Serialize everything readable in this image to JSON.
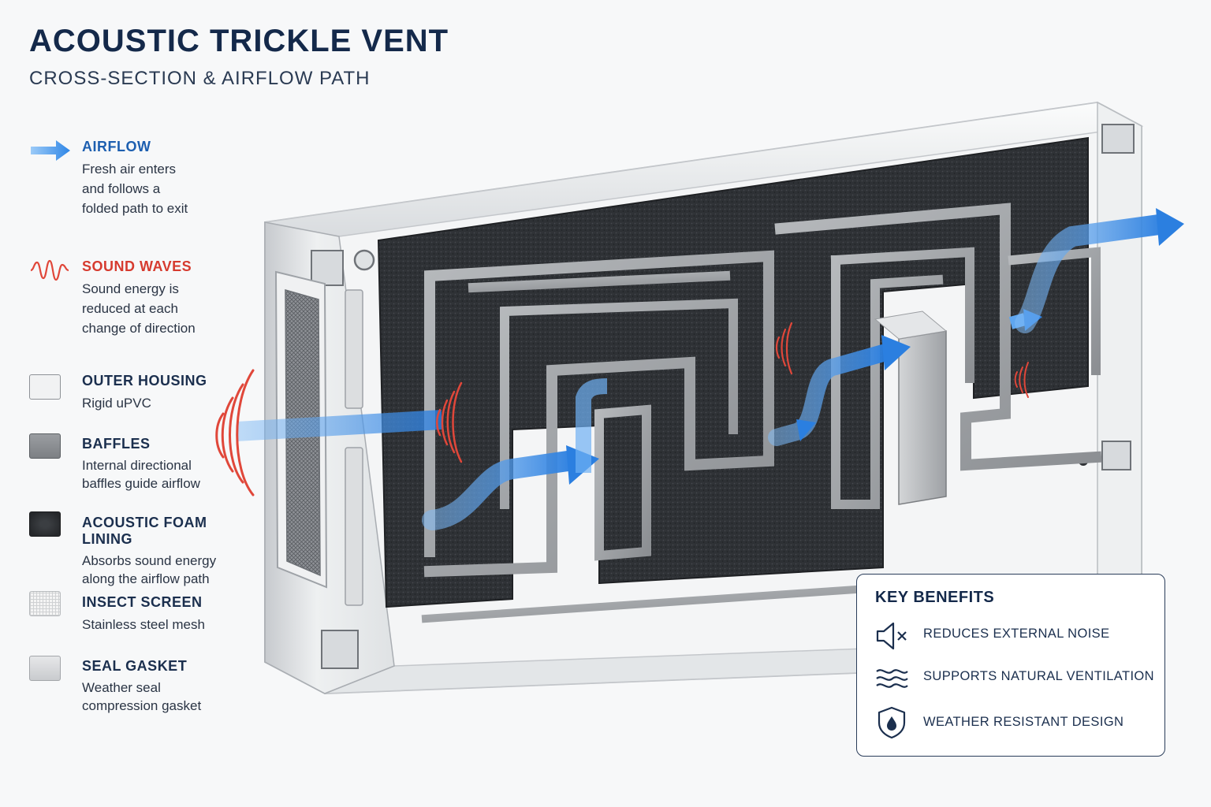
{
  "title": "ACOUSTIC TRICKLE VENT",
  "subtitle": "CROSS-SECTION & AIRFLOW PATH",
  "legend": {
    "airflow": {
      "icon": "arrow-icon",
      "name": "AIRFLOW",
      "desc1": "Fresh air enters",
      "desc2": "and follows a",
      "desc3": "folded path to exit"
    },
    "sound": {
      "icon": "sound-wave-icon",
      "name": "SOUND WAVES",
      "desc1": "Sound energy is",
      "desc2": "reduced at each",
      "desc3": "change of direction"
    },
    "housing": {
      "name": "OUTER HOUSING",
      "desc1": "Rigid uPVC"
    },
    "baffles": {
      "name": "BAFFLES",
      "desc1": "Internal directional",
      "desc2": "baffles guide airflow"
    },
    "foam": {
      "name": "ACOUSTIC FOAM LINING",
      "desc1": "Absorbs sound energy",
      "desc2": "along the airflow path"
    },
    "screen": {
      "name": "INSECT SCREEN",
      "desc1": "Stainless steel mesh"
    },
    "gasket": {
      "name": "SEAL GASKET",
      "desc1": "Weather seal",
      "desc2": "compression gasket"
    }
  },
  "benefits": {
    "title": "KEY BENEFITS",
    "items": [
      {
        "icon": "speaker-mute-icon",
        "label": "REDUCES EXTERNAL NOISE"
      },
      {
        "icon": "air-waves-icon",
        "label": "SUPPORTS NATURAL VENTILATION"
      },
      {
        "icon": "shield-drop-icon",
        "label": "WEATHER RESISTANT DESIGN"
      }
    ]
  },
  "colors": {
    "airflow": "#2f86e6",
    "sound": "#e0473a",
    "navy": "#14294a",
    "housing": "#eceef0",
    "baffles": "#8a8d91",
    "foam": "#2f3236"
  }
}
